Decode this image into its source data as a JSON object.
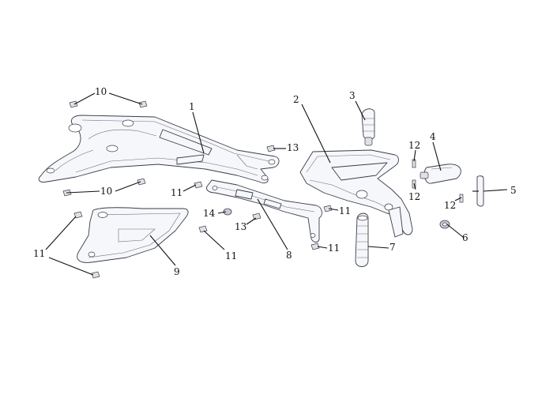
{
  "callouts": {
    "c1": "1",
    "c2": "2",
    "c3": "3",
    "c4": "4",
    "c5": "5",
    "c6": "6",
    "c7": "7",
    "c8": "8",
    "c9": "9",
    "c10a": "10",
    "c10b": "10",
    "c11a": "11",
    "c11b": "11",
    "c11c": "11",
    "c11d": "11",
    "c11e": "11",
    "c12a": "12",
    "c12b": "12",
    "c12c": "12",
    "c13a": "13",
    "c13b": "13",
    "c14": "14"
  },
  "colors": {
    "outline": "#3a3d47",
    "fill": "#f6f7fa",
    "leader": "#111111"
  }
}
